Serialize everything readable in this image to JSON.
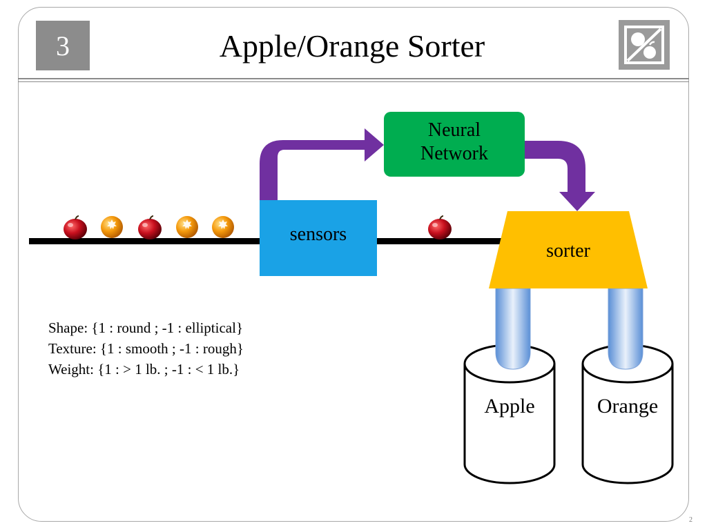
{
  "slide": {
    "number": "3",
    "title": "Apple/Orange Sorter",
    "page_number": "2"
  },
  "diagram": {
    "neural_network": [
      "Neural",
      "Network"
    ],
    "sensors": "sensors",
    "sorter": "sorter",
    "bins": [
      "Apple",
      "Orange"
    ],
    "belt_fruits": [
      "apple",
      "orange",
      "apple",
      "orange",
      "orange"
    ],
    "passed_fruit": "apple",
    "colors": {
      "sensors": "#1aa2e6",
      "neural_network": "#00ad50",
      "sorter": "#ffbf00",
      "arrows": "#7030a0",
      "slide_number_box": "#8c8c8c"
    }
  },
  "features": [
    "Shape: {1 : round ; -1 : elliptical}",
    "Texture: {1 : smooth ; -1 : rough}",
    "Weight: {1 : > 1 lb. ; -1 : < 1 lb.}"
  ]
}
